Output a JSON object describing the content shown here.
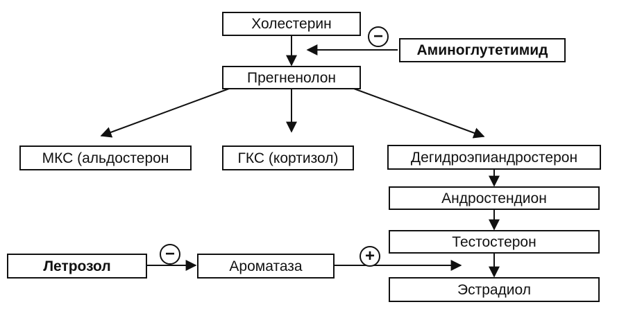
{
  "nodes": {
    "cholesterol": "Холестерин",
    "aminoglutethimide": "Аминоглутетимид",
    "pregnenolone": "Прегненолон",
    "mineralocorticoids": "МКС (альдостерон",
    "glucocorticoids": "ГКС (кортизол)",
    "dhea": "Дегидроэпиандростерон",
    "androstenedione": "Андростендион",
    "testosterone": "Тестостерон",
    "letrozole": "Летрозол",
    "aromatase": "Ароматаза",
    "estradiol": "Эстрадиол"
  },
  "signs": {
    "aminoglutethimide_inhibition": "−",
    "letrozole_inhibition": "−",
    "aromatase_stimulation": "+"
  },
  "colors": {
    "line": "#111111",
    "background": "#ffffff"
  }
}
